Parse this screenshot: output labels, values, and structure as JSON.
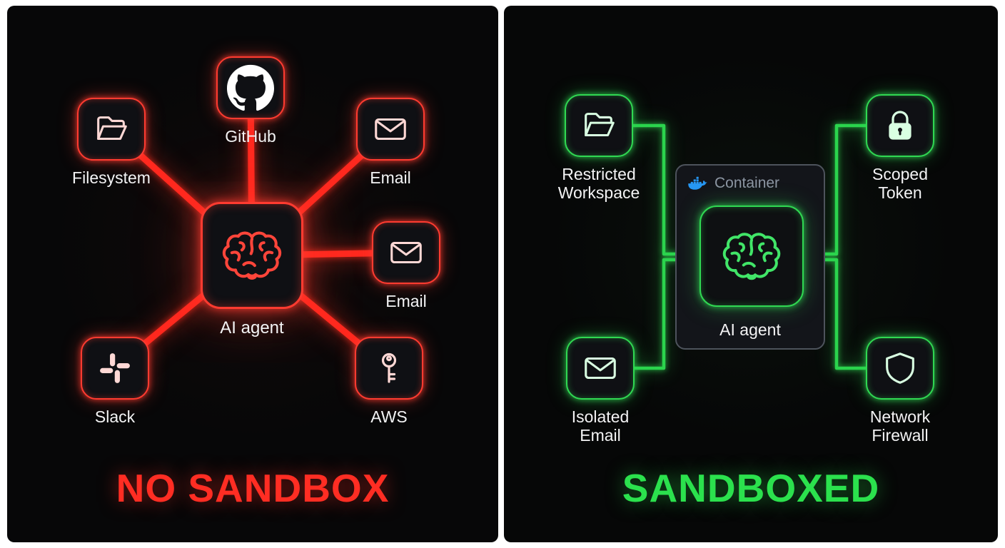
{
  "page": {
    "background_color": "#ffffff",
    "panel_background_color": "#070708"
  },
  "left_panel": {
    "title": "NO SANDBOX",
    "accent_color": "#ff3b30",
    "line_color": "#ff291f",
    "center": {
      "label": "AI agent",
      "icon": "brain-icon"
    },
    "nodes": [
      {
        "id": "filesystem",
        "label": "Filesystem",
        "icon": "folder-icon"
      },
      {
        "id": "github",
        "label": "GitHub",
        "icon": "github-icon"
      },
      {
        "id": "email-top",
        "label": "Email",
        "icon": "envelope-icon"
      },
      {
        "id": "email-right",
        "label": "Email",
        "icon": "envelope-icon"
      },
      {
        "id": "aws",
        "label": "AWS",
        "icon": "key-icon"
      },
      {
        "id": "slack",
        "label": "Slack",
        "icon": "slack-icon"
      }
    ]
  },
  "right_panel": {
    "title": "SANDBOXED",
    "accent_color": "#30d852",
    "line_color": "#2bd44d",
    "container": {
      "label": "Container",
      "icon": "docker-icon",
      "border_color": "#4d535c",
      "label_color": "#8c96a3",
      "docker_blue": "#2697f3"
    },
    "center": {
      "label": "AI agent",
      "icon": "brain-icon"
    },
    "nodes": [
      {
        "id": "restricted-workspace",
        "label": "Restricted Workspace",
        "icon": "folder-icon"
      },
      {
        "id": "scoped-token",
        "label": "Scoped Token",
        "icon": "lock-icon"
      },
      {
        "id": "isolated-email",
        "label": "Isolated Email",
        "icon": "envelope-icon"
      },
      {
        "id": "network-firewall",
        "label": "Network Firewall",
        "icon": "shield-icon"
      }
    ]
  }
}
